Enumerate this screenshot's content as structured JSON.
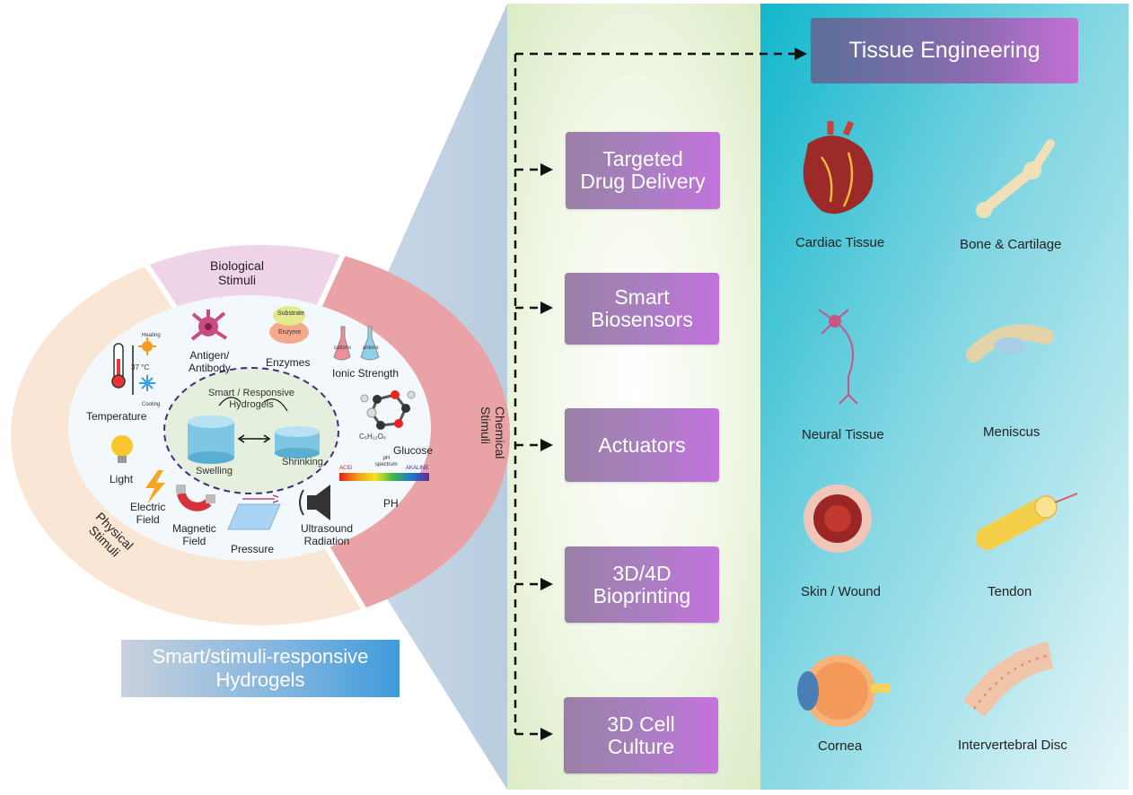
{
  "stimuli": {
    "biological": "Biological\nStimuli",
    "chemical": "Chemical\nStimuli",
    "physical": "Physical\nStimuli"
  },
  "center": {
    "title": "Smart / Responsive\nHydrogels",
    "swelling": "Swelling",
    "shrinking": "Shrinking"
  },
  "bio_items": {
    "antigen": "Antigen/\nAntibody",
    "enzymes": "Enzymes",
    "substrate": "Substrate",
    "enzyme": "Enzyme"
  },
  "chem_items": {
    "ionic": "Ionic Strength",
    "cations": "cations",
    "anions": "anions",
    "glucose": "Glucose",
    "formula": "C₆H₁₂O₆",
    "ph": "PH",
    "acid": "ACID",
    "alkaline": "AKALINE",
    "ph_spectrum": "pH\nspectrum"
  },
  "phys_items": {
    "temperature": "Temperature",
    "heating": "Heating",
    "cooling": "Cooling",
    "temp_value": "37 °C",
    "light": "Light",
    "electric": "Electric\nField",
    "magnetic": "Magnetic\nField",
    "pressure": "Pressure",
    "ultrasound": "Ultrasound\nRadiation"
  },
  "hydrogels_label": "Smart/stimuli-responsive\nHydrogels",
  "applications": [
    "Targeted\nDrug Delivery",
    "Smart\nBiosensors",
    "Actuators",
    "3D/4D\nBioprinting",
    "3D Cell\nCulture"
  ],
  "tissue_title": "Tissue Engineering",
  "tissues": [
    {
      "name": "Cardiac Tissue",
      "icon": "heart-icon"
    },
    {
      "name": "Bone & Cartilage",
      "icon": "bone-icon"
    },
    {
      "name": "Neural Tissue",
      "icon": "neuron-icon"
    },
    {
      "name": "Meniscus",
      "icon": "meniscus-icon"
    },
    {
      "name": "Skin / Wound",
      "icon": "wound-icon"
    },
    {
      "name": "Tendon",
      "icon": "tendon-icon"
    },
    {
      "name": "Cornea",
      "icon": "eye-icon"
    },
    {
      "name": "Intervertebral Disc",
      "icon": "spine-icon"
    }
  ],
  "colors": {
    "biological": "#efd3e6",
    "chemical": "#e9a3a6",
    "physical": "#fae6d4",
    "inner": "#f3f8fd",
    "center": "#e4efde",
    "app_panel": "#e9f3d8",
    "tissue_panel": "#36c2d6"
  }
}
